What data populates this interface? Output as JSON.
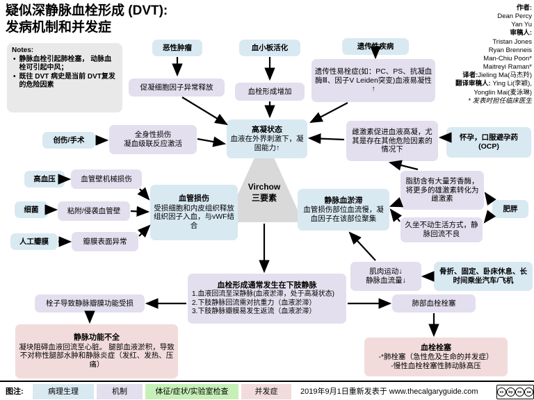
{
  "header": {
    "title_line1": "疑似深静脉血栓形成 (DVT):",
    "title_line2": "发病机制和并发症",
    "credits": {
      "lines": [
        {
          "label": "作者:",
          "text": ""
        },
        {
          "label": "",
          "text": "Dean Percy"
        },
        {
          "label": "",
          "text": "Yan Yu"
        },
        {
          "label": "审稿人:",
          "text": ""
        },
        {
          "label": "",
          "text": "Tristan Jones"
        },
        {
          "label": "",
          "text": "Ryan Brenneis"
        },
        {
          "label": "",
          "text": "Man-Chiu Poon*"
        },
        {
          "label": "",
          "text": "Maitreyi Raman*"
        },
        {
          "label": "译者:",
          "text": "Jieling Ma(马杰羚)"
        },
        {
          "label": "翻译审稿人:",
          "text": " Ying Li(李颖),"
        },
        {
          "label": "",
          "text": "Yonglin Mai(麦泳琳)"
        },
        {
          "label": "",
          "text": "* 发表时担任临床医生"
        }
      ]
    }
  },
  "notes": {
    "title": "Notes:",
    "items": [
      "静脉血栓引起肺栓塞，\n动脉血栓可引起中风；",
      "既往 DVT 病史是当前\nDVT复发 的危险因素"
    ]
  },
  "nodes": {
    "malignancy": {
      "label": "恶性肿瘤"
    },
    "platelet": {
      "label": "血小板活化"
    },
    "hereditary": {
      "label": "遗传性疾病"
    },
    "procoagulant": {
      "label": "促凝细胞因子异常释放"
    },
    "thrombus_increase": {
      "label": "血栓形成增加"
    },
    "thrombophilia": {
      "label": "遗传性易栓症(如：PC、PS、抗凝血酶Ⅲ、因子V Leiden突变)血液易凝性↑"
    },
    "trauma": {
      "label": "创伤/手术"
    },
    "systemic_injury": {
      "label": "全身性损伤\n凝血级联反应激活"
    },
    "hypercoagulable": {
      "title": "高凝状态",
      "body": "血液在外界刺激下，凝固能力↑"
    },
    "estrogen": {
      "label": "雌激素促进血液高凝，尤其是存在其他危险因素的情况下"
    },
    "pregnancy": {
      "label": "怀孕，口服避孕药\n(OCP)"
    },
    "hypertension": {
      "label": "高血压"
    },
    "mechanical_damage": {
      "label": "血管壁机械损伤"
    },
    "bacteria": {
      "label": "细菌"
    },
    "adhesion": {
      "label": "粘附/侵袭血管壁"
    },
    "prosthetic_valve": {
      "label": "人工瓣膜"
    },
    "valve_surface": {
      "label": "瓣膜表面异常"
    },
    "vessel_injury": {
      "title": "血管损伤",
      "body": "受损细胞和内皮组织释放组织因子入血，与vWF结合"
    },
    "virchow": {
      "label": "Virchow\n三要素"
    },
    "stasis": {
      "title": "静脉血淤滞",
      "body": "血管损伤部位血流慢，凝血因子在该部位聚集"
    },
    "fat_aromatase": {
      "label": "脂肪含有大量芳香酶，将更多的雄激素转化为雌激素"
    },
    "obesity": {
      "label": "肥胖"
    },
    "sedentary": {
      "label": "久坐不动生活方式，静脉回流不良"
    },
    "muscle_movement": {
      "label": "肌肉运动↓\n静脉血流量↓"
    },
    "immobility": {
      "label": "骨折、固定、卧床休息、长时间乘坐汽车/飞机"
    },
    "lower_limb": {
      "title": "血栓形成通常发生在下肢静脉",
      "line1": "1.血液回流至深静脉(血液淤滞，处于高凝状态)",
      "line2": "2.下肢静脉回流需对抗重力（血液淤滞）",
      "line3": "3.下肢静脉瓣膜易发生返流（血液淤滞）"
    },
    "embolus_valve": {
      "label": "栓子导致静脉瓣膜功能受损"
    },
    "pulmonary_embolus": {
      "label": "肺部血栓栓塞"
    },
    "venous_insufficiency": {
      "title": "静脉功能不全",
      "body": "凝块阻碍血液回流至心脏。 腿部血液淤积，导致不对称性腿部水肿和静脉炎症（发红、发热、压痛）"
    },
    "thromboembolism": {
      "title": "血栓栓塞",
      "line1": "-*肺栓塞（急性危及生命的并发症）",
      "line2": "-慢性血栓栓塞性肺动脉高压"
    }
  },
  "legend": {
    "label": "图注:",
    "items": [
      {
        "label": "病理生理",
        "color": "#d9e9f2"
      },
      {
        "label": "机制",
        "color": "#e3dfee"
      },
      {
        "label": "体征/症状/实验室检查",
        "color": "#c6f0b8"
      },
      {
        "label": "并发症",
        "color": "#f2dcdb"
      }
    ]
  },
  "footer": {
    "date_text": "2019年9月1日重新发表于  www.thecalgaryguide.com",
    "cc_icons": [
      "cc",
      "by",
      "nc",
      "sa"
    ]
  },
  "colors": {
    "pathophysiology_blue": "#d9e9f2",
    "mechanism_purple": "#e3dfee",
    "complication_pink": "#f2dcdb",
    "sign_green": "#c6f0b8",
    "notes_gray": "#e9e9e9",
    "triangle_gray": "#d9d9d9"
  }
}
